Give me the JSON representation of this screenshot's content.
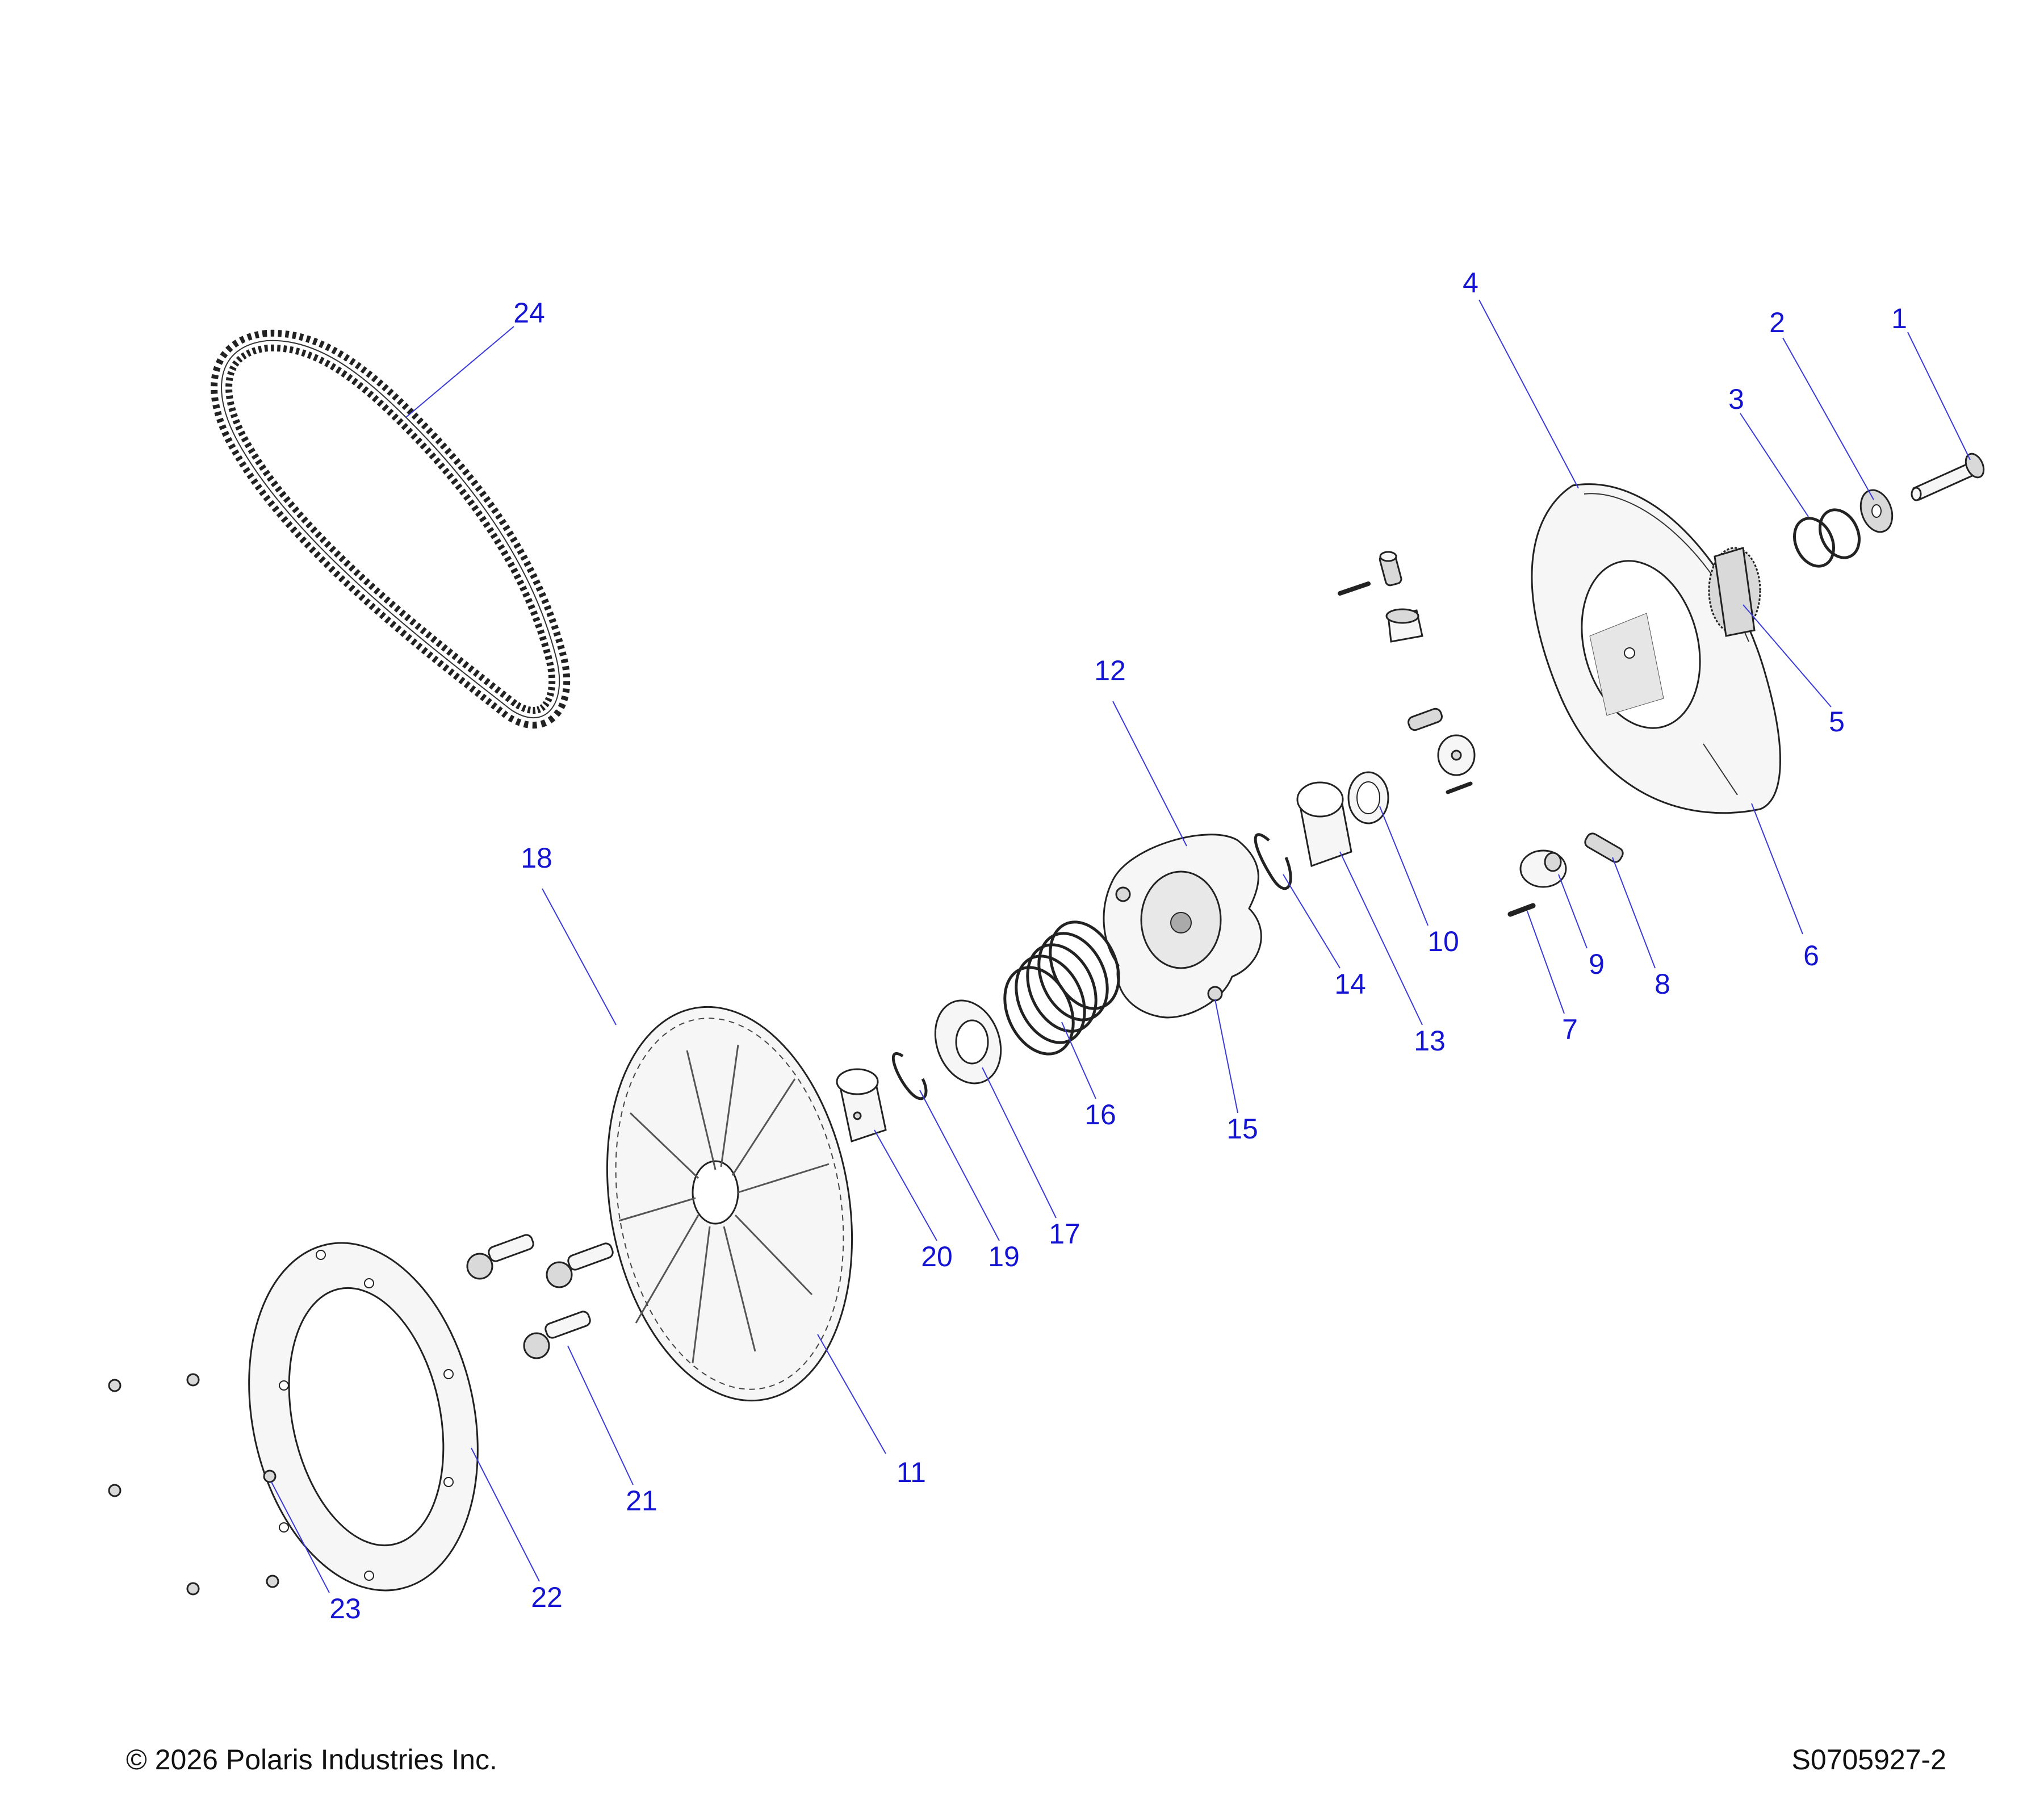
{
  "callouts": [
    {
      "id": "1",
      "label": "1"
    },
    {
      "id": "2",
      "label": "2"
    },
    {
      "id": "3",
      "label": "3"
    },
    {
      "id": "4",
      "label": "4"
    },
    {
      "id": "5",
      "label": "5"
    },
    {
      "id": "6",
      "label": "6"
    },
    {
      "id": "7",
      "label": "7"
    },
    {
      "id": "8",
      "label": "8"
    },
    {
      "id": "9",
      "label": "9"
    },
    {
      "id": "10",
      "label": "10"
    },
    {
      "id": "11",
      "label": "11"
    },
    {
      "id": "12",
      "label": "12"
    },
    {
      "id": "13",
      "label": "13"
    },
    {
      "id": "14",
      "label": "14"
    },
    {
      "id": "15",
      "label": "15"
    },
    {
      "id": "16",
      "label": "16"
    },
    {
      "id": "17",
      "label": "17"
    },
    {
      "id": "18",
      "label": "18"
    },
    {
      "id": "19",
      "label": "19"
    },
    {
      "id": "20",
      "label": "20"
    },
    {
      "id": "21",
      "label": "21"
    },
    {
      "id": "22",
      "label": "22"
    },
    {
      "id": "23",
      "label": "23"
    },
    {
      "id": "24",
      "label": "24"
    }
  ],
  "footer": {
    "copyright": "© 2026 Polaris Industries Inc.",
    "drawing_number": "S0705927-2"
  },
  "colors": {
    "callout_text": "#1414d2",
    "leader_line": "#3a3ad8",
    "part_outline": "#222222"
  }
}
